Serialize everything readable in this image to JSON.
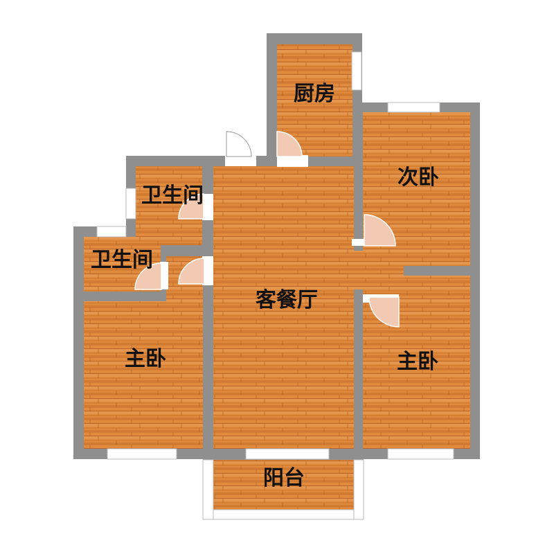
{
  "colors": {
    "wall": "#8f8f8f",
    "floor_base": "#df8a3d",
    "floor_dark": "#c9702a",
    "floor_light": "#ea9d55",
    "window_frame": "#b8b8b8",
    "door_swing": "#f2c9b2"
  },
  "rooms": {
    "kitchen": "厨房",
    "second_bedroom": "次卧",
    "bathroom_upper": "卫生间",
    "bathroom_lower": "卫生间",
    "living_dining": "客餐厅",
    "master_left": "主卧",
    "master_right": "主卧",
    "balcony": "阳台"
  }
}
